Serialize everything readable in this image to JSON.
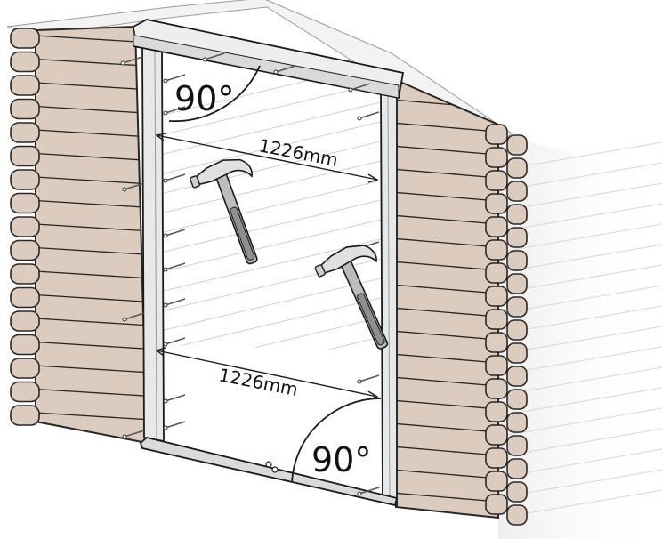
{
  "diagram": {
    "top_dimension": "1226mm",
    "bottom_dimension": "1226mm",
    "top_angle": "90°",
    "bottom_angle": "90°"
  },
  "colors": {
    "wood": "#dccbbf",
    "wood_line": "#2a2623",
    "frame": "#e7e8e9",
    "outline": "#1a1a1a",
    "hammer_handle": "#a9a9a9",
    "nail": "#555555"
  },
  "icons": [
    "hammer-icon",
    "nail-icon"
  ]
}
